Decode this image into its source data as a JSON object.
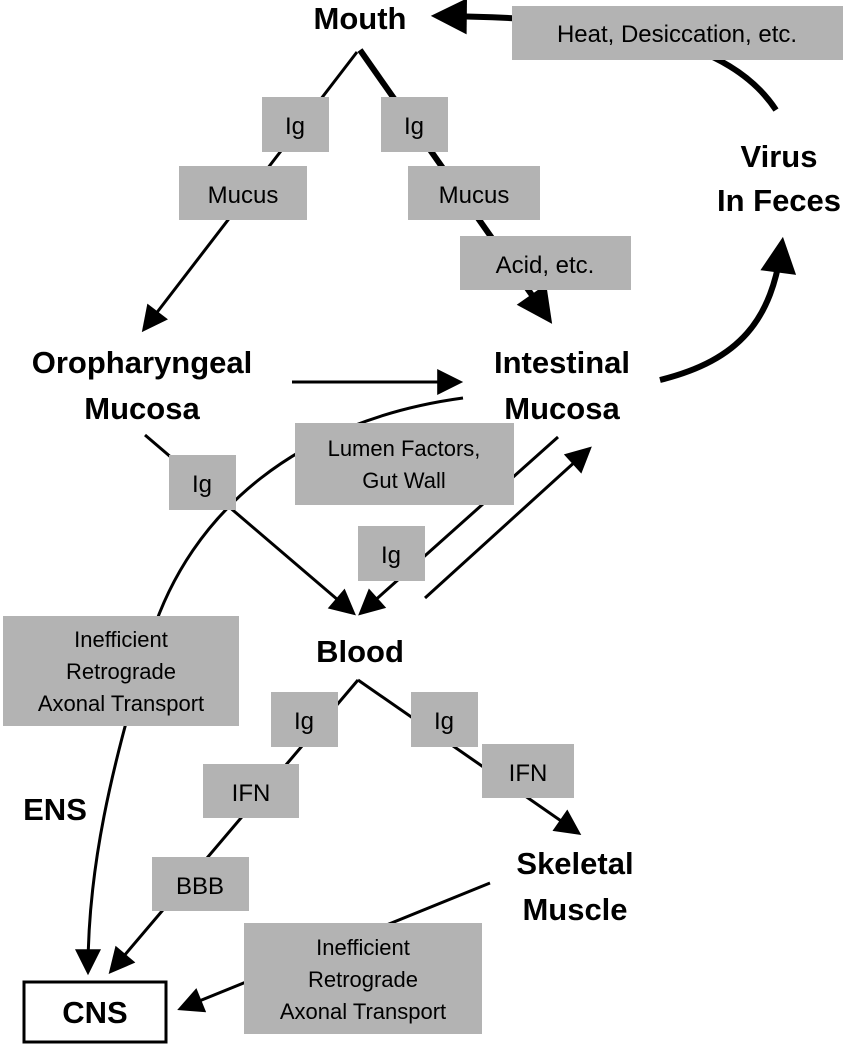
{
  "nodes": {
    "mouth": "Mouth",
    "virus_line1": "Virus",
    "virus_line2": "In Feces",
    "oro_line1": "Oropharyngeal",
    "oro_line2": "Mucosa",
    "intestinal_line1": "Intestinal",
    "intestinal_line2": "Mucosa",
    "blood": "Blood",
    "ens": "ENS",
    "skeletal_line1": "Skeletal",
    "skeletal_line2": "Muscle",
    "cns": "CNS"
  },
  "barriers": {
    "heat": "Heat, Desiccation, etc.",
    "ig": "Ig",
    "mucus": "Mucus",
    "acid": "Acid, etc.",
    "lumen_line1": "Lumen Factors,",
    "lumen_line2": "Gut Wall",
    "ineff_line1": "Inefficient",
    "ineff_line2": "Retrograde",
    "ineff_line3": "Axonal Transport",
    "ifn": "IFN",
    "bbb": "BBB"
  }
}
